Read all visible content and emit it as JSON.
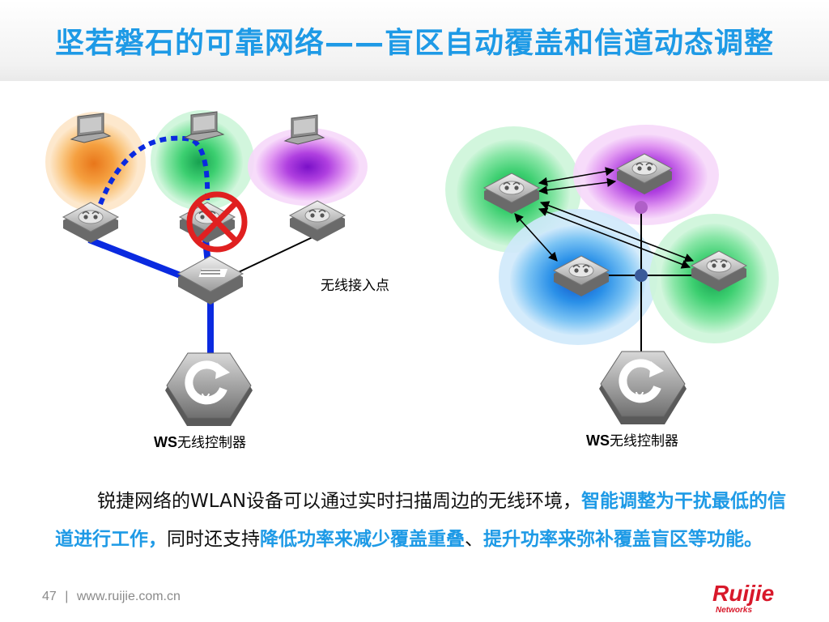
{
  "slide": {
    "title": "坚若磐石的可靠网络——盲区自动覆盖和信道动态调整",
    "ap_label": "无线接入点",
    "ws_left": {
      "prefix": "WS",
      "text": "无线控制器"
    },
    "ws_right": {
      "prefix": "WS",
      "text": "无线控制器"
    },
    "description": {
      "p1": "锐捷网络的WLAN设备可以通过实时扫描周边的无线环境，",
      "h1": "智能调整为干扰最低的信道进行工作，",
      "p2": "同时还支持",
      "h2": "降低功率来减少覆盖重叠",
      "p3": "、",
      "h3": "提升功率来弥补覆盖盲区等功能。"
    },
    "page_number": "47",
    "separator": "|",
    "url": "www.ruijie.com.cn",
    "logo_text": "Ruijie",
    "logo_sub": "Networks"
  },
  "colors": {
    "accent": "#1e9ae6",
    "orange": "#f5a040",
    "green": "#3ccf70",
    "purple": "#b040e0",
    "blue": "#2a90e8",
    "link_blue": "#0a2ae0",
    "fault_red": "#e02020",
    "logo_red": "#d8182a"
  },
  "icons": [
    "laptop-icon",
    "access-point-icon",
    "switch-icon",
    "controller-icon",
    "fault-x-icon",
    "ruijie-logo"
  ]
}
